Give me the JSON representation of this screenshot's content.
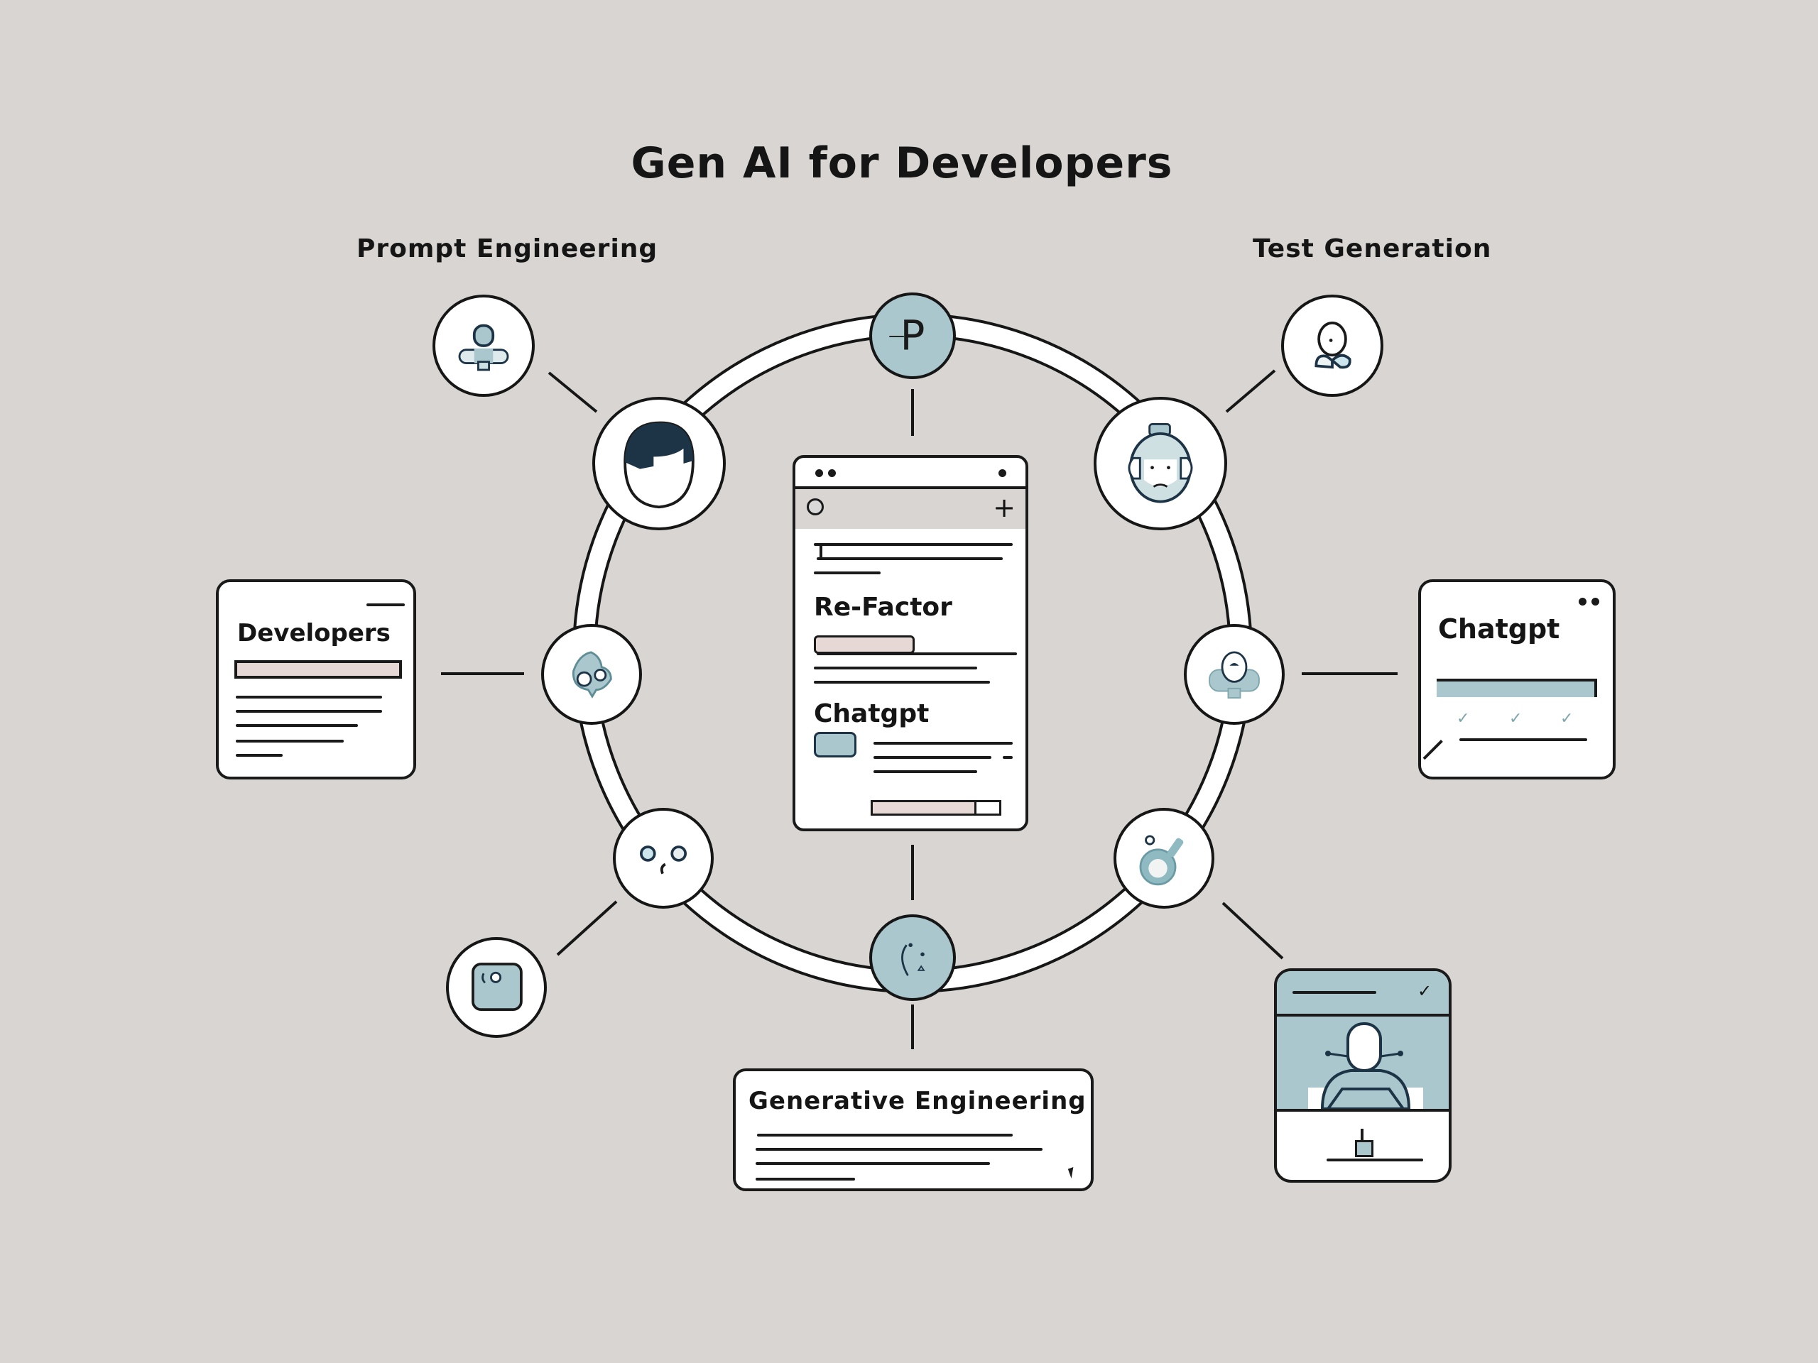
{
  "title": "Gen AI for Developers",
  "labels": {
    "left_top": "Prompt Engineering",
    "right_top": "Test Generation"
  },
  "center_panel": {
    "heading_1": "Re-Factor",
    "heading_2": "Chatgpt",
    "progress": 0.82,
    "add_icon": "+"
  },
  "left_card": {
    "title": "Developers"
  },
  "right_card": {
    "title": "Chatgpt"
  },
  "bottom_card": {
    "title": "Generative Engineering"
  },
  "ring_nodes": [
    {
      "id": "top",
      "icon": "p-letter-icon",
      "glyph": "P"
    },
    {
      "id": "upper-left",
      "icon": "developer-face-icon"
    },
    {
      "id": "upper-right",
      "icon": "robot-head-icon"
    },
    {
      "id": "mid-left",
      "icon": "blob-creature-icon"
    },
    {
      "id": "mid-right",
      "icon": "user-bust-icon"
    },
    {
      "id": "lower-left",
      "icon": "face-eyes-icon"
    },
    {
      "id": "lower-right",
      "icon": "magnifier-bug-icon"
    },
    {
      "id": "bottom",
      "icon": "crescent-face-icon"
    }
  ],
  "outer_nodes": [
    {
      "id": "prompt",
      "icon": "person-podium-icon"
    },
    {
      "id": "test",
      "icon": "person-bowtie-icon"
    },
    {
      "id": "lower-left-outer",
      "icon": "chip-square-icon"
    }
  ],
  "colors": {
    "background": "#d8d5d2",
    "accent_teal": "#a9c7cc",
    "accent_pink": "#e6d9d5",
    "dark_navy": "#1d3447",
    "ink": "#151515"
  }
}
